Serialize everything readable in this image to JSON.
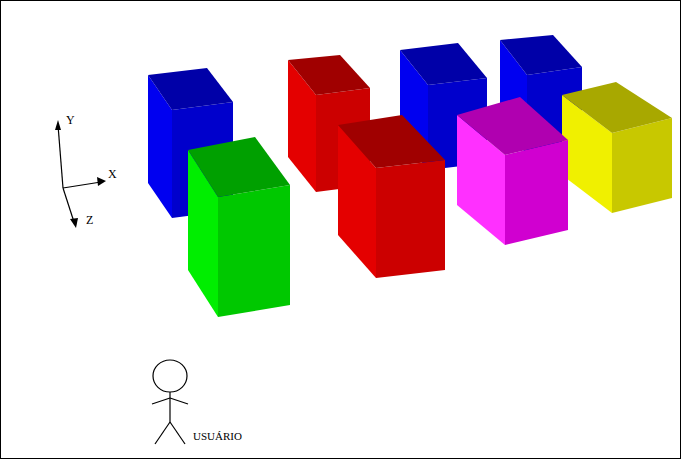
{
  "diagram": {
    "labels": [
      "Y",
      "X",
      "Z",
      "USUÁRIO"
    ]
  }
}
